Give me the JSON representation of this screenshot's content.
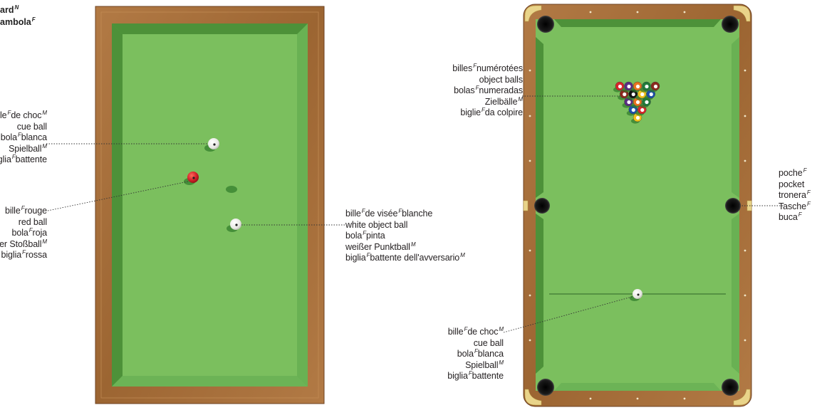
{
  "title": {
    "line1": "ard",
    "line1_sup": "N",
    "line2": "ambola",
    "line2_sup": "F"
  },
  "carom_table": {
    "cue_ball_label": [
      {
        "text": "bille",
        "sup": "F",
        "rest": "de choc",
        "sup2": "M"
      },
      {
        "text": "cue ball"
      },
      {
        "text": "bola",
        "sup": "F",
        "rest": "blanca"
      },
      {
        "text": "Spielball",
        "sup": "M"
      },
      {
        "text": "biglia",
        "sup": "F",
        "rest": "battente"
      }
    ],
    "red_ball_label": [
      {
        "text": "bille",
        "sup": "F",
        "rest": "rouge"
      },
      {
        "text": "red ball"
      },
      {
        "text": "bola",
        "sup": "F",
        "rest": "roja"
      },
      {
        "text": "roter Stoßball",
        "sup": "M"
      },
      {
        "text": "biglia",
        "sup": "F",
        "rest": "rossa"
      }
    ],
    "white_object_ball_label": [
      {
        "text": "bille",
        "sup": "F",
        "rest": "de visée",
        "sup2": "F",
        "rest2": "blanche"
      },
      {
        "text": "white object ball"
      },
      {
        "text": "bola",
        "sup": "F",
        "rest": "pinta"
      },
      {
        "text": "weißer Punktball",
        "sup": "M"
      },
      {
        "text": "biglia",
        "sup": "F",
        "rest": "battente dell'avversario",
        "sup2": "M"
      }
    ]
  },
  "pool_table": {
    "object_balls_label": [
      {
        "text": "billes",
        "sup": "F",
        "rest": "numérotées"
      },
      {
        "text": "object balls"
      },
      {
        "text": "bolas",
        "sup": "F",
        "rest": "numeradas"
      },
      {
        "text": "Zielbälle",
        "sup": "M"
      },
      {
        "text": "biglie",
        "sup": "F",
        "rest": "da colpire"
      }
    ],
    "pocket_label": [
      {
        "text": "poche",
        "sup": "F"
      },
      {
        "text": "pocket"
      },
      {
        "text": "tronera",
        "sup": "F"
      },
      {
        "text": "Tasche",
        "sup": "F"
      },
      {
        "text": "buca",
        "sup": "F"
      }
    ],
    "cue_ball_label": [
      {
        "text": "bille",
        "sup": "F",
        "rest": "de choc",
        "sup2": "M"
      },
      {
        "text": "cue ball"
      },
      {
        "text": "bola",
        "sup": "F",
        "rest": "blanca"
      },
      {
        "text": "Spielball",
        "sup": "M"
      },
      {
        "text": "biglia",
        "sup": "F",
        "rest": "battente"
      }
    ],
    "rack_colors": [
      "#f2c21b",
      "#1d4fa8",
      "#d7262a",
      "#5a2d82",
      "#e8731f",
      "#1f7a3a",
      "#8a2a1e",
      "#111111",
      "#f2c21b",
      "#1d4fa8",
      "#d7262a",
      "#5a2d82",
      "#e8731f",
      "#1f7a3a",
      "#8a2a1e"
    ]
  },
  "colors": {
    "felt": "#7bbf5e",
    "felt_dark": "#4f9a3d",
    "wood": "#a9713c",
    "wood_dark": "#7a4a22",
    "red_ball": "#d3202a"
  }
}
